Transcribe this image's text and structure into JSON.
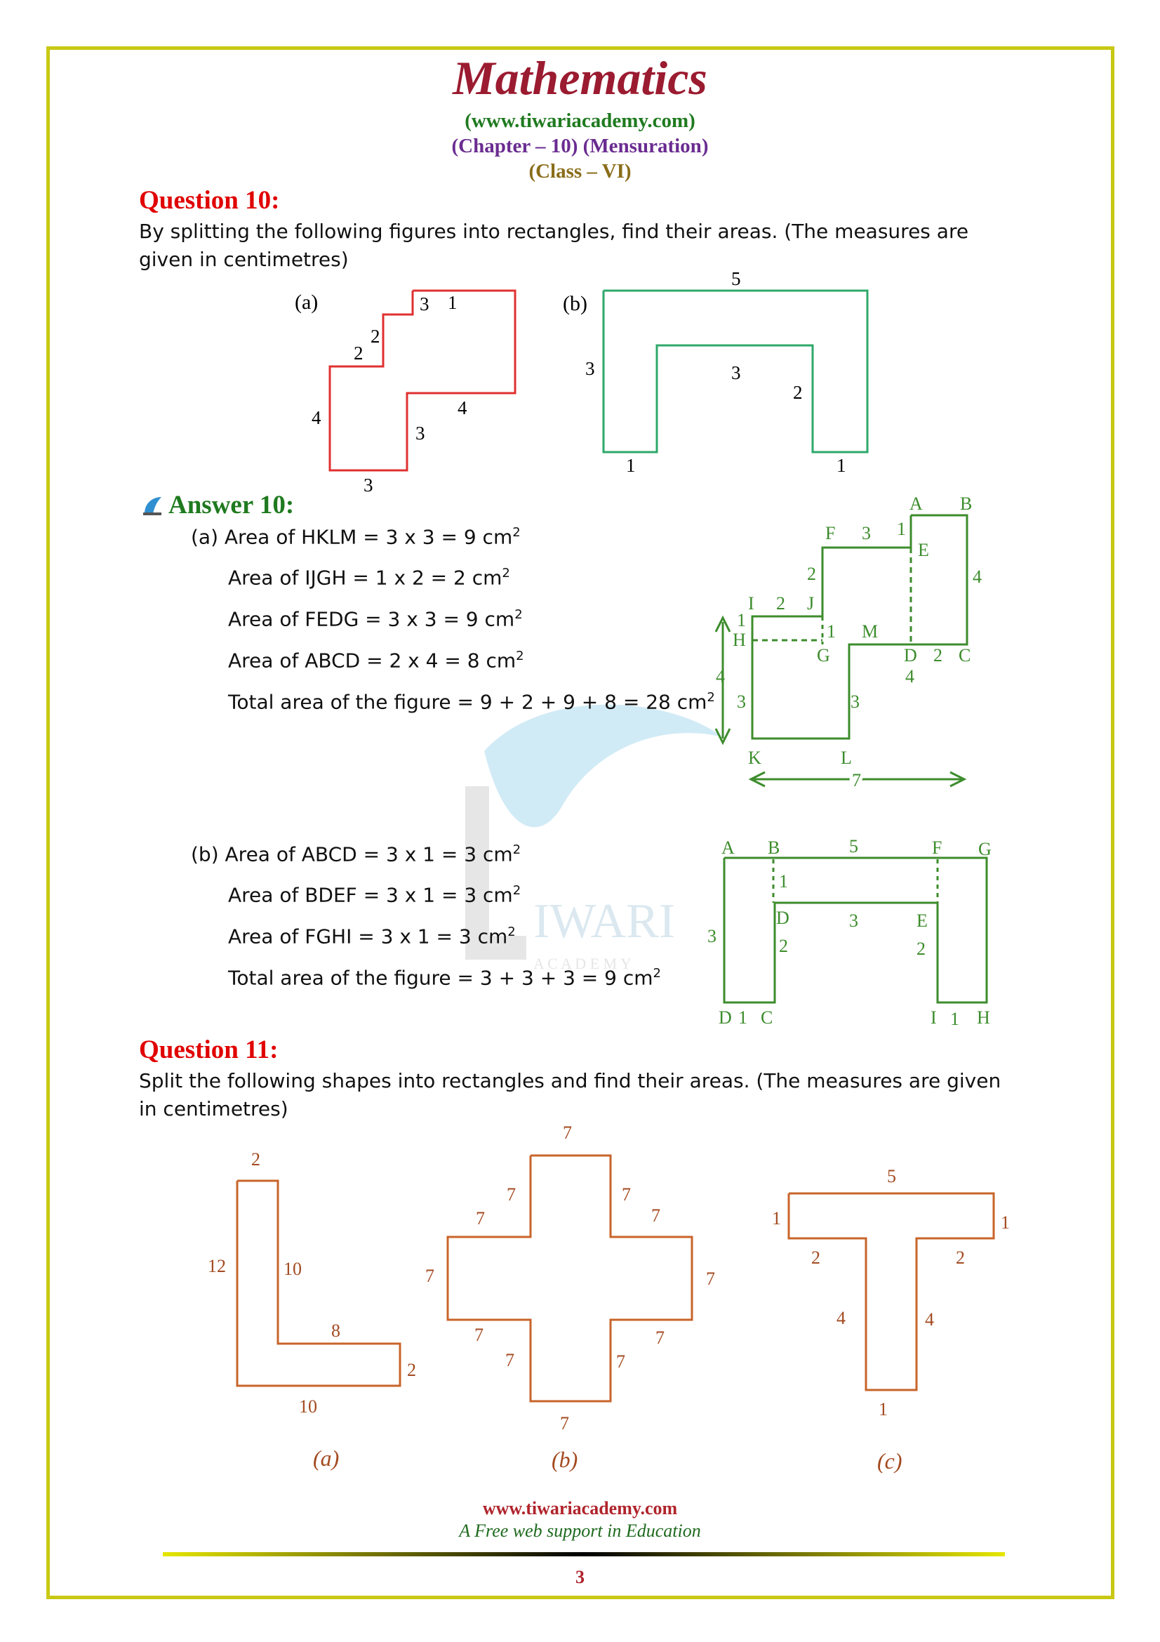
{
  "header": {
    "title": "Mathematics",
    "website": "(www.tiwariacademy.com)",
    "chapter": "(Chapter – 10) (Mensuration)",
    "class": "(Class – VI)"
  },
  "q10": {
    "heading": "Question 10:",
    "text": "By splitting the following figures into rectangles, find their areas. (The measures are given in centimetres)",
    "fig_a": {
      "label": "(a)",
      "dims": [
        "3",
        "1",
        "2",
        "2",
        "4",
        "4",
        "3",
        "3"
      ]
    },
    "fig_b": {
      "label": "(b)",
      "dims": [
        "5",
        "3",
        "3",
        "2",
        "1",
        "1"
      ]
    }
  },
  "a10": {
    "heading": "Answer 10:",
    "part_a": {
      "line1": "(a) Area of HKLM = 3 x 3 = 9 cm",
      "line2": "Area of IJGH = 1 x 2 = 2 cm",
      "line3": "Area of FEDG = 3 x 3 = 9 cm",
      "line4": "Area of ABCD = 2 x 4 = 8 cm",
      "line5": "Total area of the figure = 9 + 2 + 9 + 8 = 28 cm"
    },
    "part_b": {
      "line1": "(b) Area of ABCD = 3 x 1 = 3 cm",
      "line2": "Area of BDEF = 3 x 1 = 3 cm",
      "line3": "Area of FGHI = 3 x 1 = 3 cm",
      "line4": "Total area of the figure = 3 + 3 + 3 = 9 cm"
    },
    "sup": "2",
    "diagram_a": {
      "labels": [
        "A",
        "B",
        "F",
        "3",
        "1",
        "E",
        "2",
        "4",
        "I",
        "2",
        "J",
        "1",
        "H",
        "1",
        "M",
        "G",
        "D",
        "2",
        "C",
        "4",
        "4",
        "3",
        "3",
        "K",
        "L",
        "7"
      ]
    },
    "diagram_b": {
      "labels": [
        "A",
        "B",
        "5",
        "F",
        "G",
        "1",
        "D",
        "3",
        "E",
        "3",
        "2",
        "2",
        "D",
        "1",
        "C",
        "I",
        "1",
        "H"
      ]
    }
  },
  "q11": {
    "heading": "Question 11:",
    "text": "Split the following shapes into rectangles and find their areas. (The measures are given in centimetres)",
    "fig_a": {
      "label": "(a)",
      "dims": [
        "2",
        "12",
        "10",
        "8",
        "2",
        "10"
      ]
    },
    "fig_b": {
      "label": "(b)",
      "dims": [
        "7",
        "7",
        "7",
        "7",
        "7",
        "7",
        "7",
        "7",
        "7",
        "7",
        "7",
        "7"
      ]
    },
    "fig_c": {
      "label": "(c)",
      "dims": [
        "5",
        "1",
        "1",
        "2",
        "2",
        "4",
        "4",
        "1"
      ]
    }
  },
  "footer": {
    "website": "www.tiwariacademy.com",
    "tagline": "A Free web support in Education",
    "page": "3"
  },
  "watermark": {
    "text": "IWARI",
    "text2": "A C A D E M Y"
  },
  "colors": {
    "title": "#9b1b30",
    "question": "#e00000",
    "answer": "#1f7a1f",
    "border": "#c8c814",
    "fig_red": "#e03030",
    "fig_green": "#2ea86a",
    "fig_orange": "#c8642a",
    "diagram_green": "#3c8c2c"
  }
}
